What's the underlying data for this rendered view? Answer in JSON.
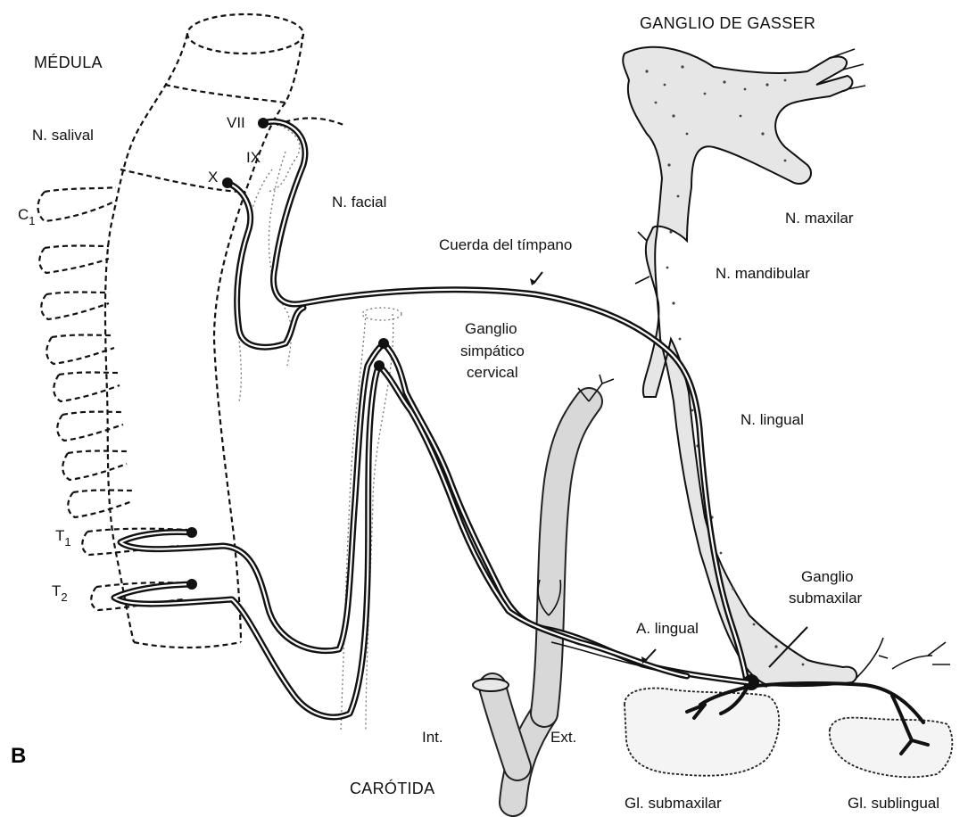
{
  "panel_label": "B",
  "labels": {
    "medula": "MÉDULA",
    "n_salival": "N. salival",
    "vii": "VII",
    "ix": "IX",
    "x": "X",
    "c1_letter": "C",
    "c1_sub": "1",
    "t1_letter": "T",
    "t1_sub": "1",
    "t2_letter": "T",
    "t2_sub": "2",
    "n_facial": "N. facial",
    "ganglio_gasser": "GANGLIO DE GASSER",
    "n_maxilar": "N. maxilar",
    "n_mandibular": "N. mandibular",
    "cuerda_timpano": "Cuerda del tímpano",
    "ganglio_simpatico_1": "Ganglio",
    "ganglio_simpatico_2": "simpático",
    "ganglio_simpatico_3": "cervical",
    "n_lingual": "N. lingual",
    "ganglio_submaxilar_1": "Ganglio",
    "ganglio_submaxilar_2": "submaxilar",
    "a_lingual": "A. lingual",
    "int": "Int.",
    "ext": "Ext.",
    "carotida": "CARÓTIDA",
    "gl_submaxilar": "Gl. submaxilar",
    "gl_sublingual": "Gl. sublingual"
  }
}
